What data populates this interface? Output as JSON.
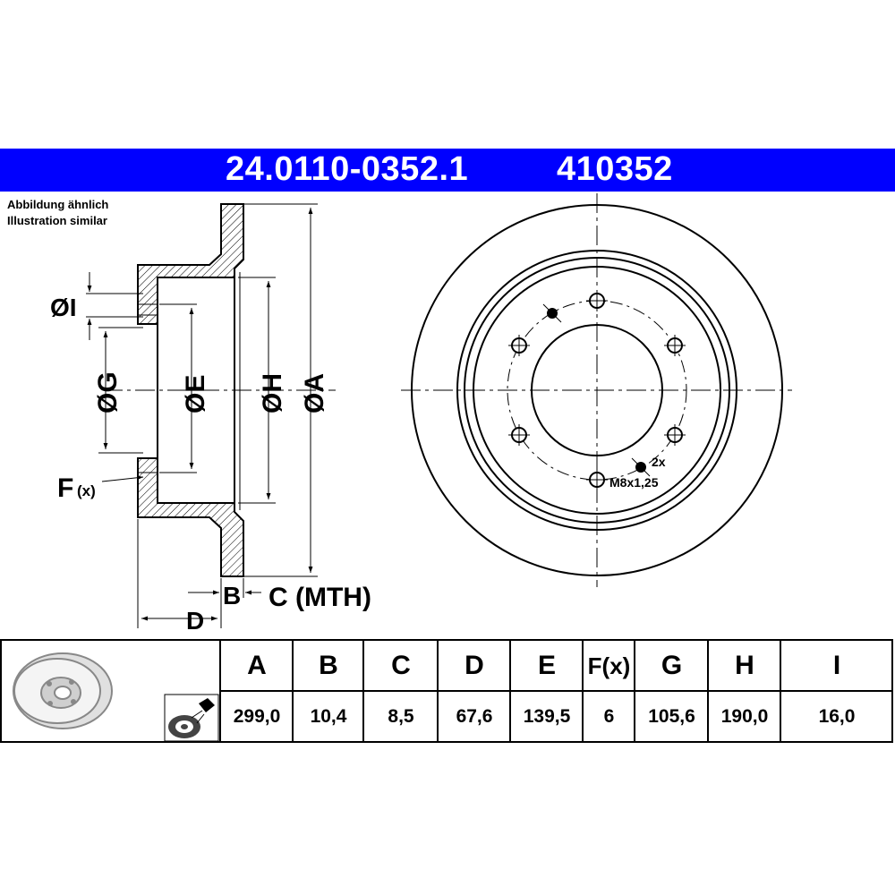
{
  "header": {
    "part_number": "24.0110-0352.1",
    "ref_number": "410352",
    "background_color": "#0000ff",
    "text_color": "#ffffff"
  },
  "note": {
    "line1": "Abbildung ähnlich",
    "line2": "Illustration similar"
  },
  "diagram_labels": {
    "dim_I": "ØI",
    "dim_G": "ØG",
    "dim_E": "ØE",
    "dim_H": "ØH",
    "dim_A": "ØA",
    "F_letter": "F",
    "F_suffix": "(x)",
    "dim_B": "B",
    "dim_C": "C (MTH)",
    "dim_D": "D",
    "hole_count": "2x",
    "thread": "M8x1,25"
  },
  "spec_table": {
    "headers": [
      "A",
      "B",
      "C",
      "D",
      "E",
      "F(x)",
      "G",
      "H",
      "I"
    ],
    "values": [
      "299,0",
      "10,4",
      "8,5",
      "67,6",
      "139,5",
      "6",
      "105,6",
      "190,0",
      "16,0"
    ],
    "icons": [
      "brake-disc-icon",
      "disc-cleaning-icon"
    ]
  }
}
